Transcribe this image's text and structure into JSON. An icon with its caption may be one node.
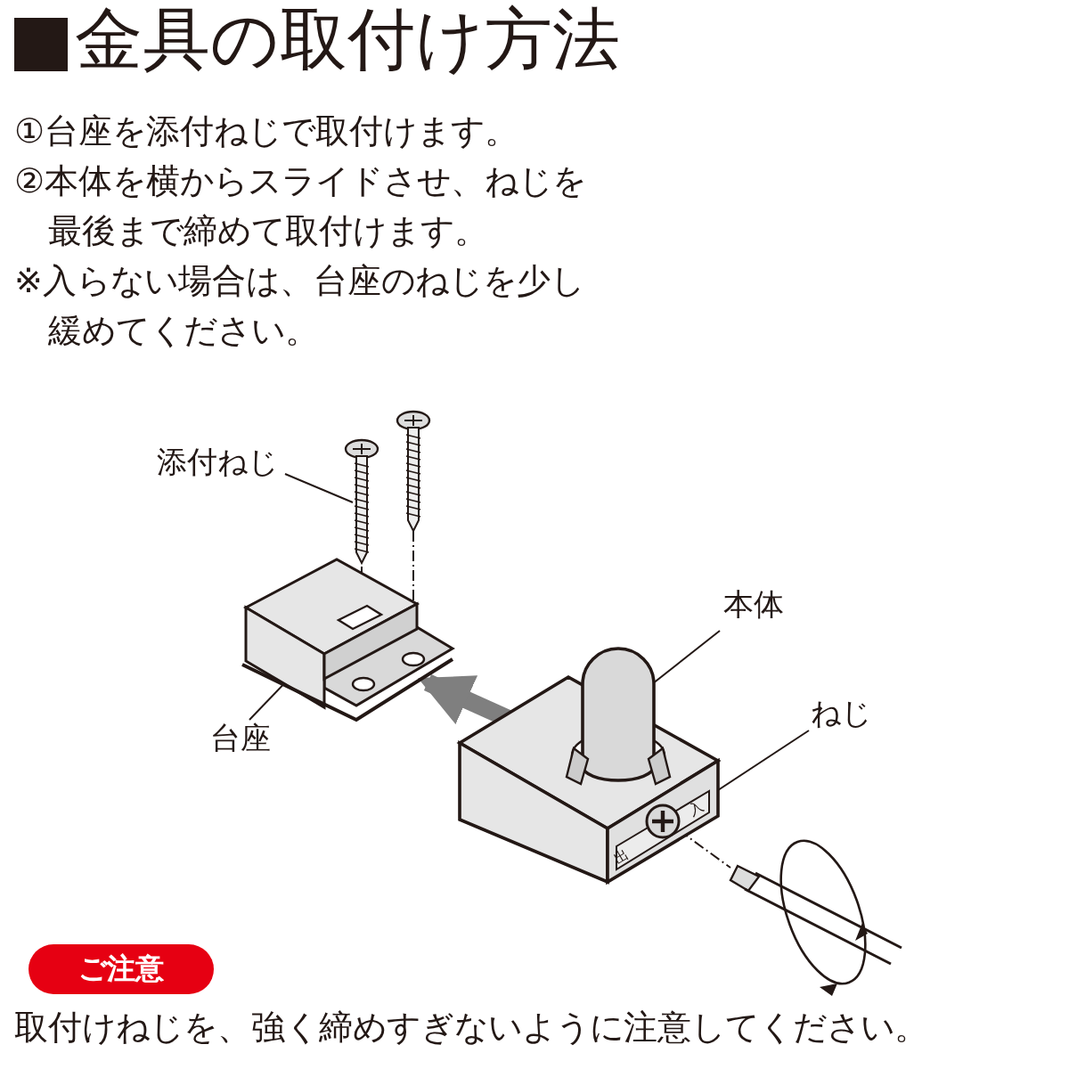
{
  "diagram": {
    "title": "金具の取付け方法",
    "nodes": [
      {
        "text": [
          "添付ねじ"
        ]
      },
      {
        "text": [],
        "shape": "picture"
      },
      {
        "text": [
          "台座"
        ]
      },
      {
        "text": [],
        "shape": "picture"
      },
      {
        "text": [
          "本体"
        ]
      },
      {
        "text": [],
        "shape": "picture"
      },
      {
        "text": [
          "ねじ"
        ]
      },
      {
        "text": [],
        "shape": "picture",
        "in": 5
      },
      {
        "text": [],
        "shape": "picture"
      },
      {
        "text": [],
        "shape": "picture"
      }
    ],
    "edges": [
      {
        "from": 0,
        "to": 1,
        "arrow": "none"
      },
      {
        "from": 2,
        "to": 3,
        "arrow": "none"
      },
      {
        "from": 4,
        "to": 5,
        "arrow": "none"
      },
      {
        "from": 6,
        "to": 7,
        "arrow": "none"
      },
      {
        "from": 5,
        "to": 3,
        "arrow": "to",
        "style": "thick",
        "color": "#7f7f7f"
      },
      {
        "from": 1,
        "to": 3,
        "arrow": "none",
        "style": "dashed"
      },
      {
        "from": 8,
        "to": 3,
        "arrow": "none",
        "style": "dashed"
      },
      {
        "from": 7,
        "to": 9,
        "arrow": "none",
        "style": "dashed"
      }
    ],
    "labels": [
      "①台座を添付ねじで取付けます。",
      "②本体を横からスライドさせ、ねじを最後まで締めて取付けます。",
      "※入らない場合は、台座のねじを少し緩めてください。",
      "出",
      "入",
      "ご注意",
      "取付けねじを、強く締めすぎないように注意してください。"
    ]
  }
}
